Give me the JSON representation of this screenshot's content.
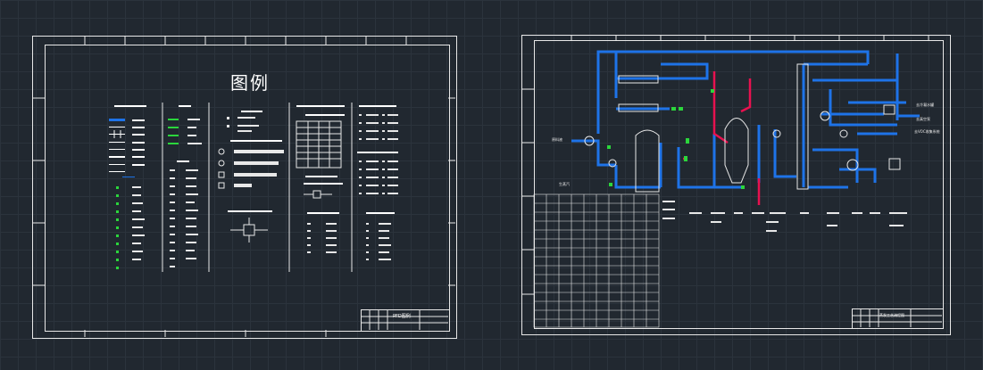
{
  "canvas": {
    "background": "#212830",
    "line_color": "#e8e8e8",
    "pipe_color": "#1e73e8",
    "steam_color": "#e8114f",
    "valve_color": "#2bd63c"
  },
  "left_sheet": {
    "title": "图例",
    "title_block_label": "PFD图例",
    "sections": [
      {
        "name": "legend-pipe-lines"
      },
      {
        "name": "legend-valves"
      },
      {
        "name": "legend-equipment"
      },
      {
        "name": "legend-instruments"
      },
      {
        "name": "legend-abbreviations"
      }
    ]
  },
  "right_sheet": {
    "title_block_label": "蒸发工艺流程图",
    "stream_labels": [
      "去冷凝水罐",
      "去真空泵",
      "去VOC收集系统"
    ],
    "left_inlets": [
      "原料液",
      "生蒸汽"
    ]
  }
}
